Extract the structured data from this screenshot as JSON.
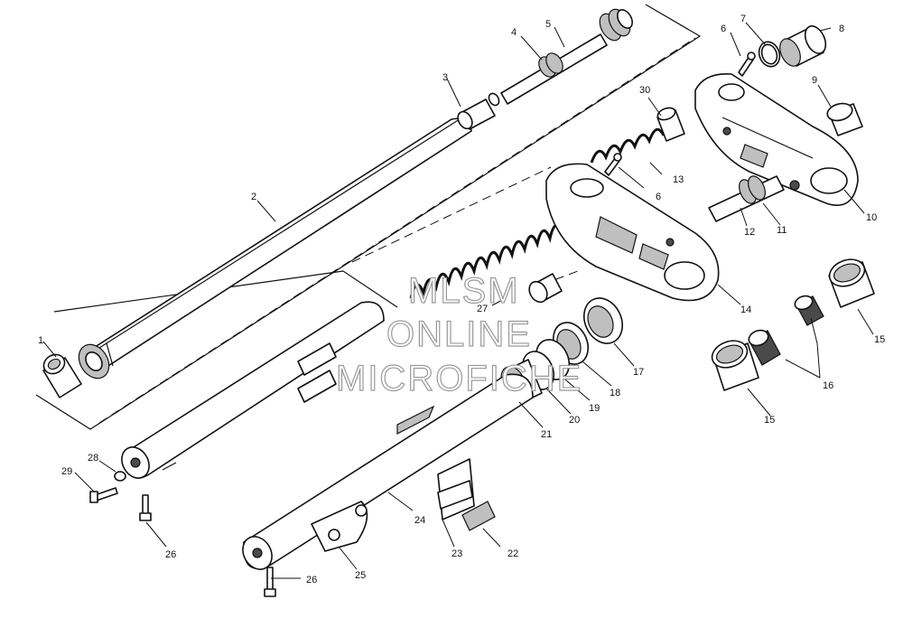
{
  "callouts": [
    {
      "n": "1"
    },
    {
      "n": "2"
    },
    {
      "n": "3"
    },
    {
      "n": "4"
    },
    {
      "n": "5"
    },
    {
      "n": "6"
    },
    {
      "n": "6"
    },
    {
      "n": "7"
    },
    {
      "n": "8"
    },
    {
      "n": "9"
    },
    {
      "n": "10"
    },
    {
      "n": "11"
    },
    {
      "n": "12"
    },
    {
      "n": "13"
    },
    {
      "n": "14"
    },
    {
      "n": "15"
    },
    {
      "n": "15"
    },
    {
      "n": "16"
    },
    {
      "n": "17"
    },
    {
      "n": "18"
    },
    {
      "n": "19"
    },
    {
      "n": "20"
    },
    {
      "n": "21"
    },
    {
      "n": "22"
    },
    {
      "n": "23"
    },
    {
      "n": "24"
    },
    {
      "n": "25"
    },
    {
      "n": "26"
    },
    {
      "n": "26"
    },
    {
      "n": "27"
    },
    {
      "n": "28"
    },
    {
      "n": "29"
    },
    {
      "n": "30"
    }
  ],
  "watermark": {
    "line1": "MLSM",
    "line2": "ONLINE",
    "line3": "MICROFICHE"
  },
  "colors": {
    "ink": "#111111",
    "shade": "#bfbfbf",
    "watermark_outline": "#9a9a9a",
    "background": "#ffffff"
  }
}
